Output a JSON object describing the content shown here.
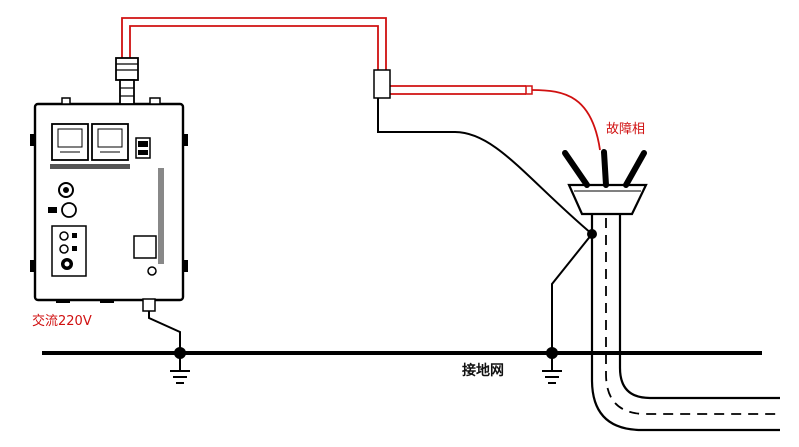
{
  "labels": {
    "ac_power": "交流220V",
    "fault_phase": "故障相",
    "ground_grid": "接地网"
  },
  "colors": {
    "high_voltage_lead": "#d01010",
    "wire": "#000000",
    "label_red": "#d01010",
    "label_dark": "#111111"
  },
  "icons": {
    "ground_symbol": "ground-icon",
    "junction": "junction-dot-icon"
  }
}
